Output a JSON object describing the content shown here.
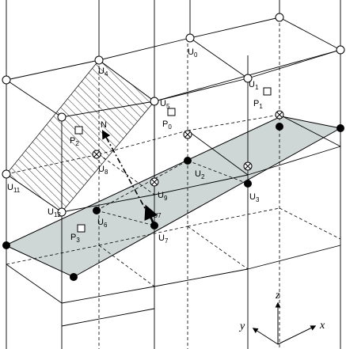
{
  "diagram": {
    "nodes_open": [
      "U0",
      "U1",
      "U4",
      "U5",
      "U11",
      "U12"
    ],
    "nodes_filled": [
      "U2",
      "U3",
      "U6",
      "U7"
    ],
    "nodes_crossed": [
      "U8",
      "U9"
    ],
    "points": [
      "P0",
      "P1",
      "P2",
      "P3"
    ],
    "normal_vector": {
      "label_main": "n",
      "label_sub": "U7"
    },
    "target": "N",
    "axes": {
      "z": "z",
      "y": "y",
      "x": "x"
    },
    "colors": {
      "plane_fill": "#cfd6d6",
      "line": "#000000",
      "hatch": "#000000"
    }
  },
  "labels": {
    "U0": {
      "main": "U",
      "sub": "0"
    },
    "U1": {
      "main": "U",
      "sub": "1"
    },
    "U2": {
      "main": "U",
      "sub": "2"
    },
    "U3": {
      "main": "U",
      "sub": "3"
    },
    "U4": {
      "main": "U",
      "sub": "4"
    },
    "U5": {
      "main": "U",
      "sub": "5"
    },
    "U6": {
      "main": "U",
      "sub": "6"
    },
    "U7": {
      "main": "U",
      "sub": "7"
    },
    "U8": {
      "main": "U",
      "sub": "8"
    },
    "U9": {
      "main": "U",
      "sub": "9"
    },
    "U11": {
      "main": "U",
      "sub": "11"
    },
    "U12": {
      "main": "U",
      "sub": "12"
    },
    "P0": {
      "main": "P",
      "sub": "0"
    },
    "P1": {
      "main": "P",
      "sub": "1"
    },
    "P2": {
      "main": "P",
      "sub": "2"
    },
    "P3": {
      "main": "P",
      "sub": "3"
    },
    "N": "N",
    "n_main": "n",
    "n_sub": "U7"
  }
}
